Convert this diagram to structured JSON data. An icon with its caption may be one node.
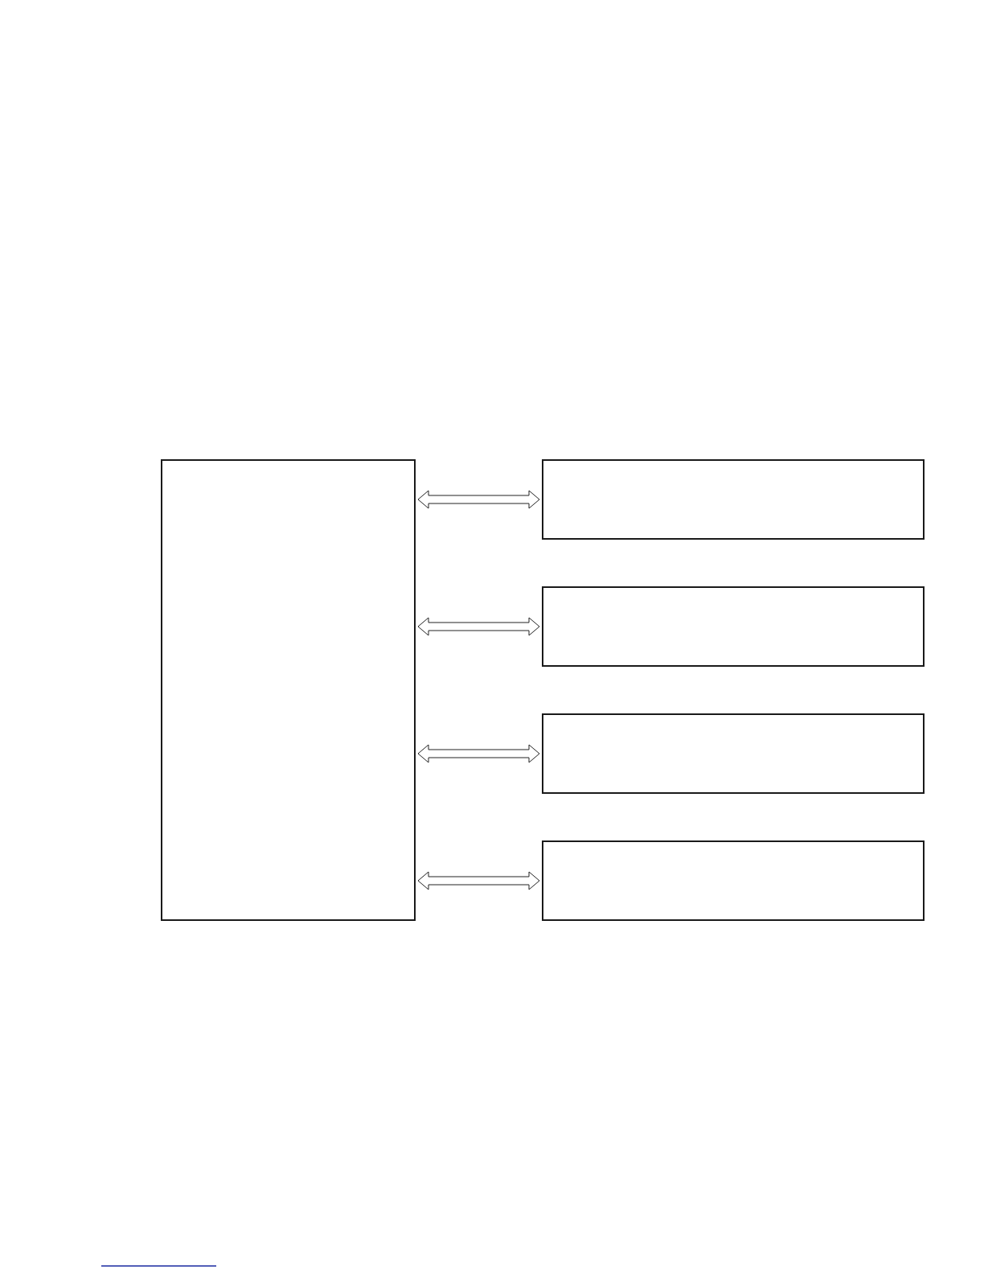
{
  "diagram": {
    "nodes": [
      {
        "text": [],
        "shape": "box"
      },
      {
        "text": [],
        "shape": "box"
      },
      {
        "text": [],
        "shape": "box"
      },
      {
        "text": [],
        "shape": "box"
      },
      {
        "text": [],
        "shape": "box"
      }
    ],
    "edges": [
      {
        "from": 0,
        "to": 1,
        "arrow": "both"
      },
      {
        "from": 0,
        "to": 2,
        "arrow": "both"
      },
      {
        "from": 0,
        "to": 3,
        "arrow": "both"
      },
      {
        "from": 0,
        "to": 4,
        "arrow": "both"
      }
    ]
  }
}
